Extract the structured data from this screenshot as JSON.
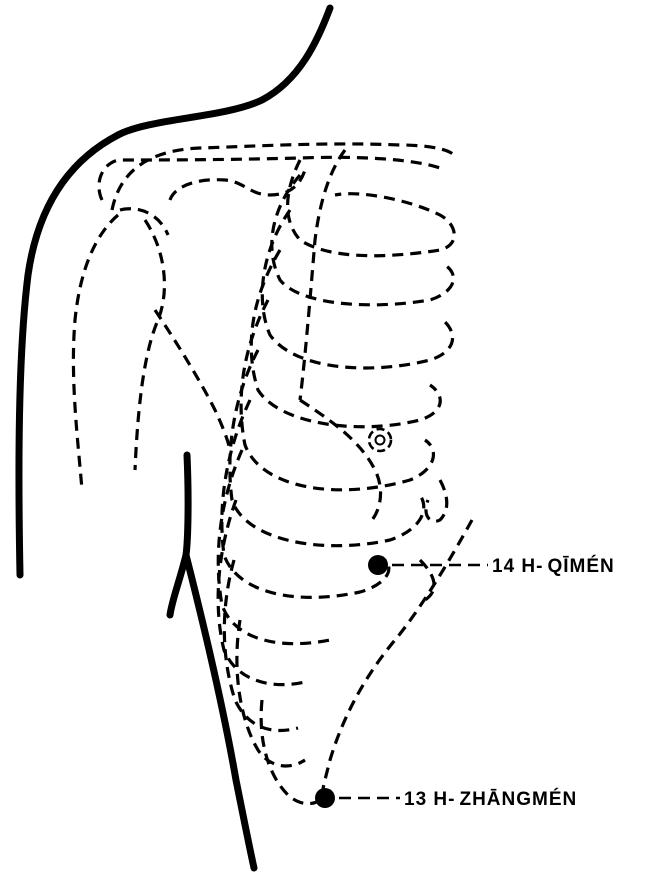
{
  "points": [
    {
      "code": "14 H-",
      "name": "QĪMÉN"
    },
    {
      "code": "13 H-",
      "name": "ZHĀNGMÉN"
    }
  ],
  "colors": {
    "ink": "#000000",
    "paper": "#ffffff"
  }
}
